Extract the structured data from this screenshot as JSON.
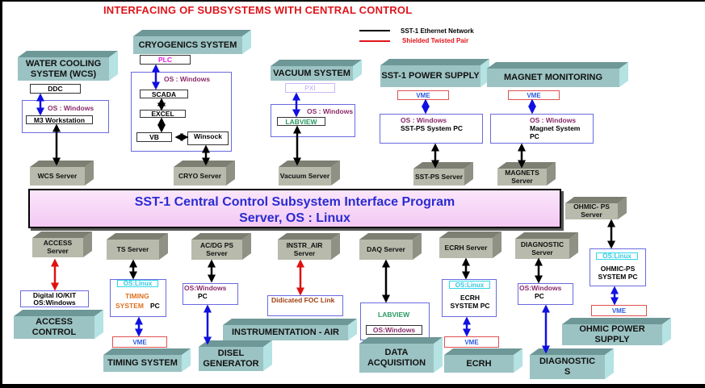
{
  "title": "INTERFACING OF SUBSYSTEMS WITH CENTRAL CONTROL",
  "legend": {
    "ethernet": "SST-1  Ethernet Network",
    "ethernet_color": "#000000",
    "stp": "Shielded Twisted Pair",
    "stp_color": "#e0141a"
  },
  "central": {
    "line1": "SST-1  Central Control  Subsystem Interface  Program",
    "line2": "Server, OS : Linux"
  },
  "top": {
    "wcs": {
      "name": "WATER COOLING SYSTEM (WCS)",
      "ddc": "DDC",
      "os": "OS : Windows",
      "ws": "M3 Workstation",
      "server": "WCS Server"
    },
    "cryo": {
      "name": "CRYOGENICS SYSTEM",
      "plc": "PLC",
      "os": "OS : Windows",
      "scada": "SCADA",
      "excel": "EXCEL",
      "vb": "VB",
      "winsock": "Winsock",
      "server": "CRYO Server"
    },
    "vacuum": {
      "name": "VACUUM SYSTEM",
      "pxi": "PXI",
      "os": "OS : Windows",
      "labview": "LABVIEW",
      "server": "Vacuum Server"
    },
    "sstps": {
      "name": "SST-1  POWER SUPPLY",
      "vme": "VME",
      "os": "OS : Windows",
      "pc": "SST-PS System PC",
      "server": "SST-PS Server"
    },
    "magnet": {
      "name": "MAGNET MONITORING",
      "vme": "VME",
      "os": "OS : Windows",
      "pc": "Magnet System PC",
      "server": "MAGNETS Server"
    }
  },
  "bottom": {
    "access": {
      "server": "ACCESS Server",
      "box1": "Digital IO/KIT",
      "box2": "OS:Windows",
      "name": "ACCESS CONTROL"
    },
    "timing": {
      "server": "TS Server",
      "os": "OS:Linux",
      "pc1": "TIMING",
      "pc2": "SYSTEM",
      "pc3": "PC",
      "vme": "VME",
      "name": "TIMING SYSTEM"
    },
    "acdg": {
      "server": "AC/DG PS Server",
      "os": "OS:Windows",
      "pc": "PC",
      "name": "DISEL GENERATOR"
    },
    "instr": {
      "server": "INSTR_AIR Server",
      "link": "Didicated FOC Link",
      "name": "INSTRUMENTATION - AIR"
    },
    "daq": {
      "server": "DAQ Server",
      "labview": "LABVIEW",
      "os": "OS:Windows",
      "name": "DATA ACQUISITION"
    },
    "ecrh": {
      "server": "ECRH Server",
      "os": "OS:Linux",
      "pc": "ECRH SYSTEM  PC",
      "vme": "VME",
      "name": "ECRH"
    },
    "diag": {
      "server": "DIAGNOSTIC Server",
      "os": "OS:Windows",
      "pc": "PC",
      "name": "DIAGNOSTIC S"
    },
    "ohmic": {
      "server": "OHMIC- PS Server",
      "os": "OS:Linux",
      "pc": "OHMIC-PS SYSTEM  PC",
      "vme": "VME",
      "name": "OHMIC POWER SUPPLY"
    }
  }
}
